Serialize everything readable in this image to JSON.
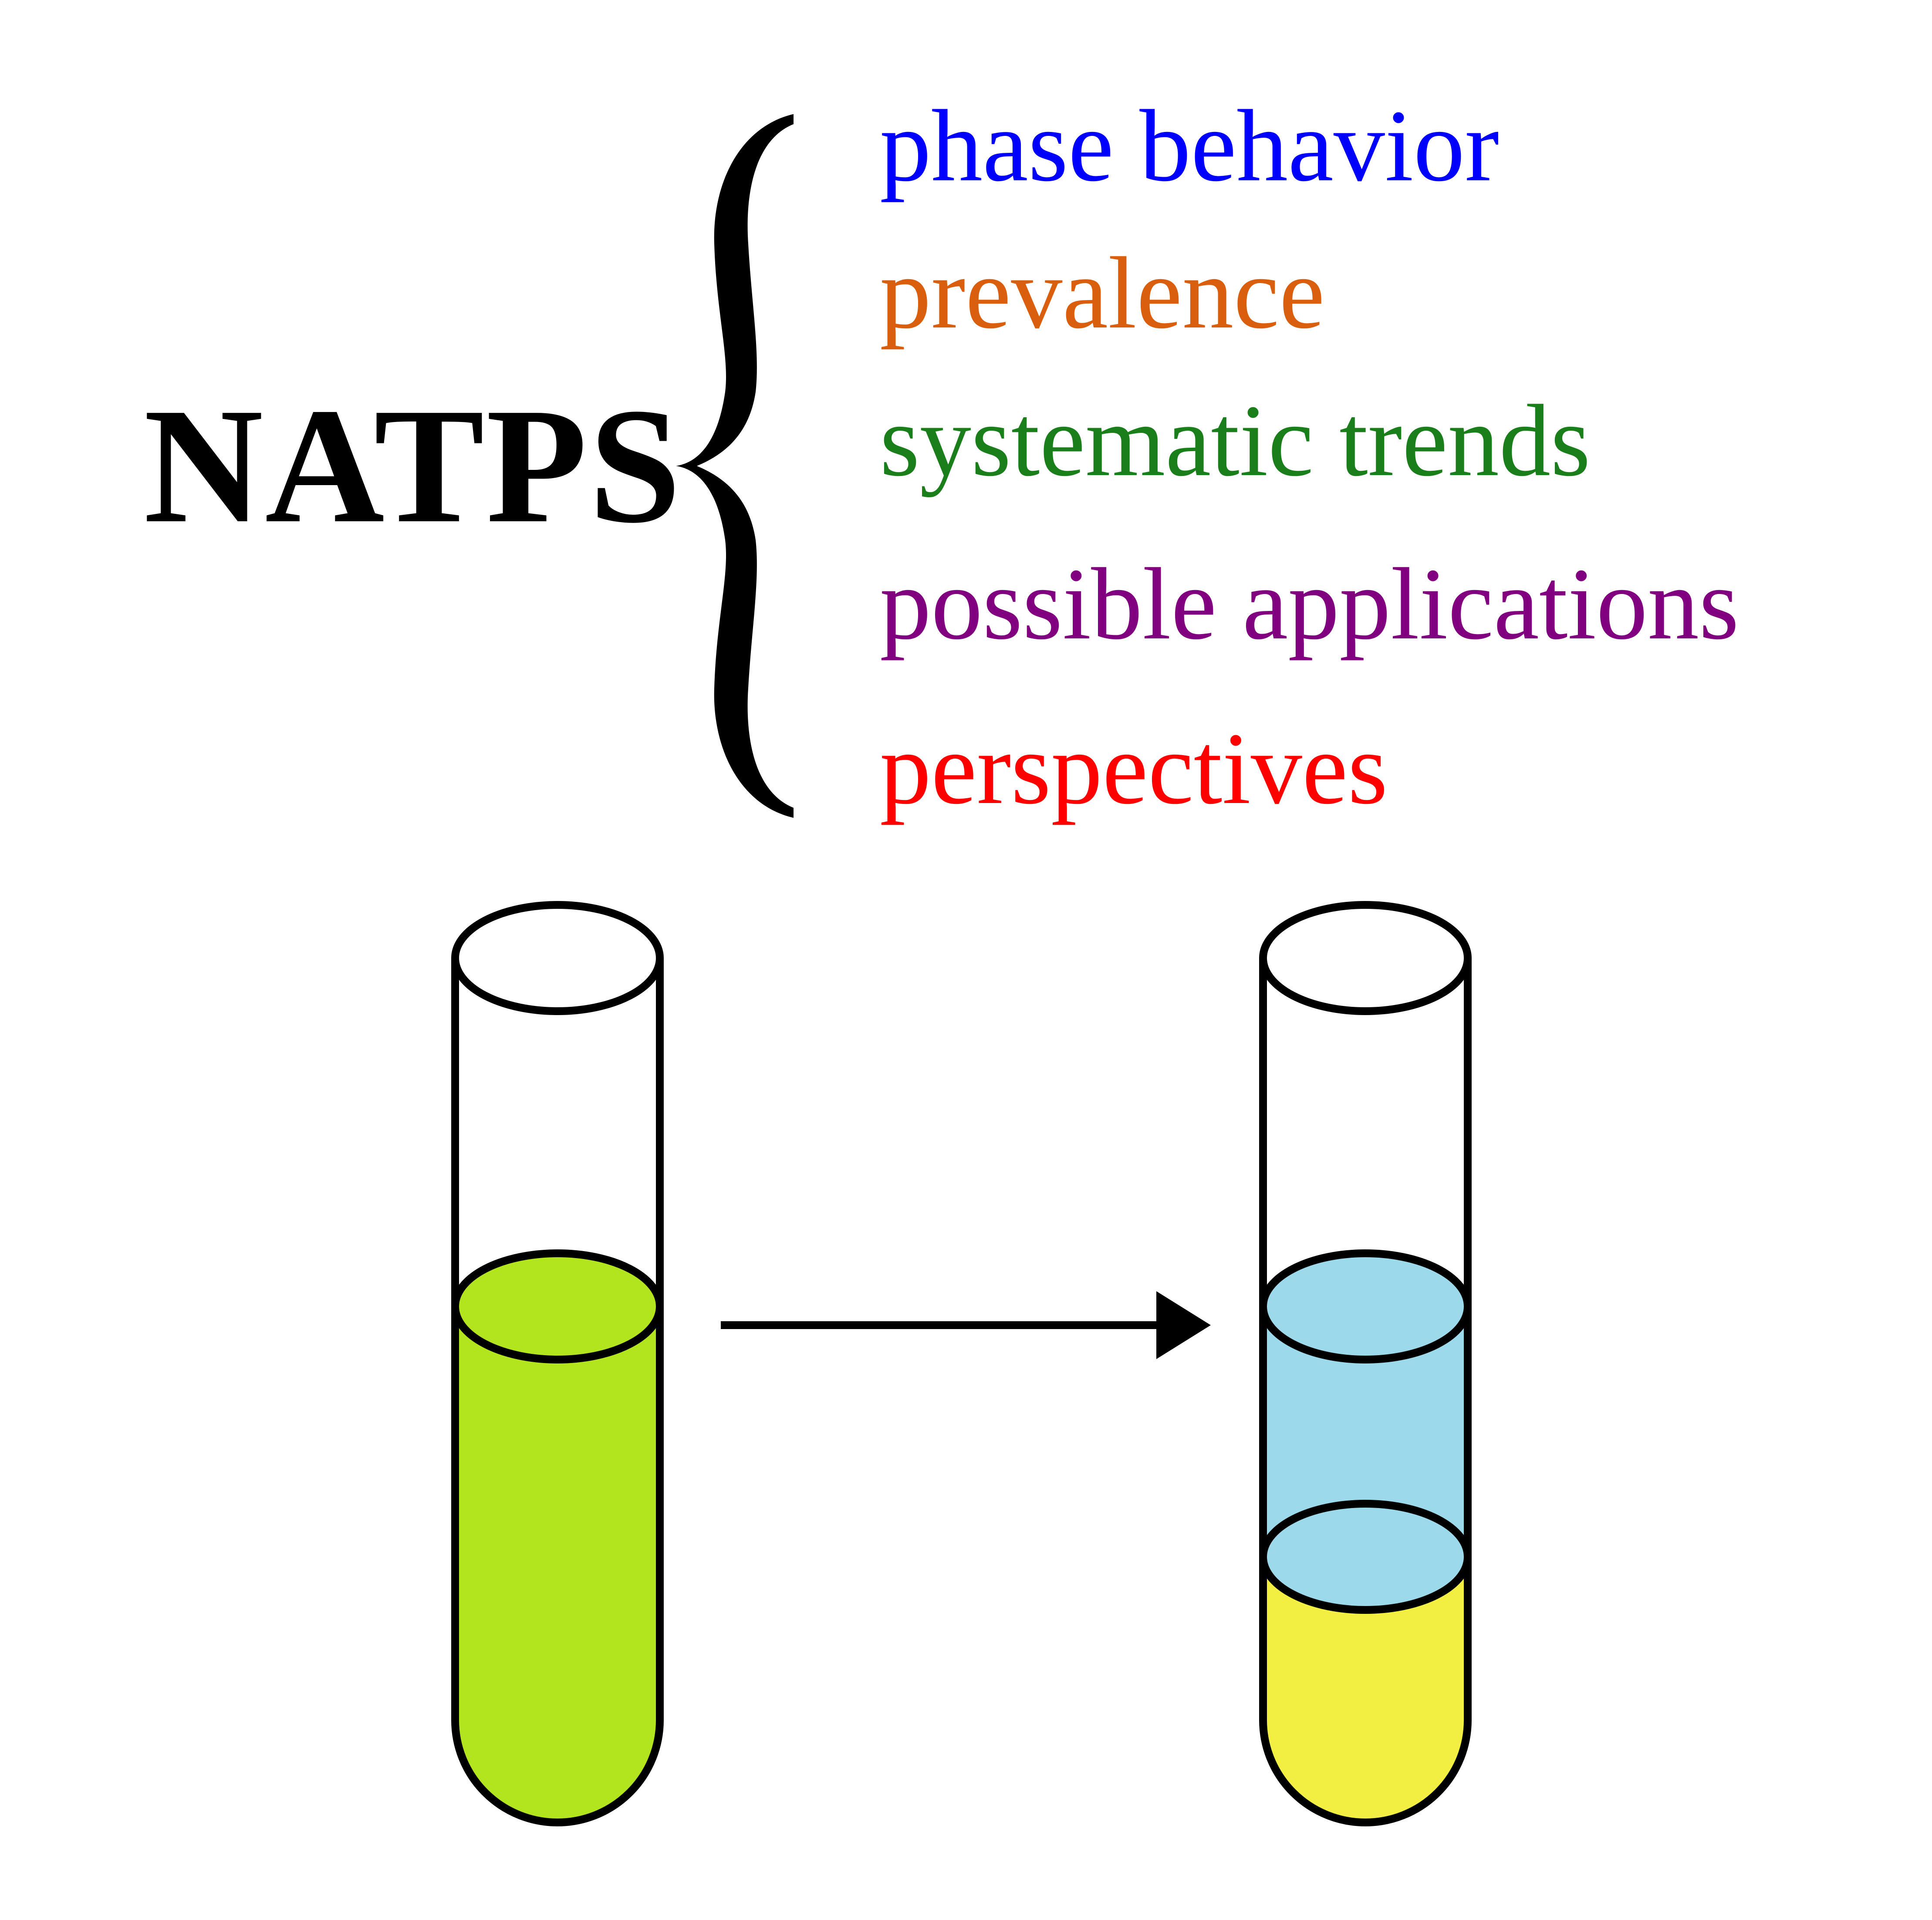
{
  "title": "NATPS",
  "topics": [
    {
      "label": "phase behavior",
      "color": "#0000ff"
    },
    {
      "label": "prevalence",
      "color": "#d95f0e"
    },
    {
      "label": "systematic trends",
      "color": "#1a7f1a"
    },
    {
      "label": "possible applications",
      "color": "#800080"
    },
    {
      "label": "perspectives",
      "color": "#ff0000"
    }
  ],
  "colors": {
    "single_phase": "#b3e51e",
    "upper_phase": "#9cd9ea",
    "lower_phase": "#f2ef42",
    "outline": "#000000"
  }
}
